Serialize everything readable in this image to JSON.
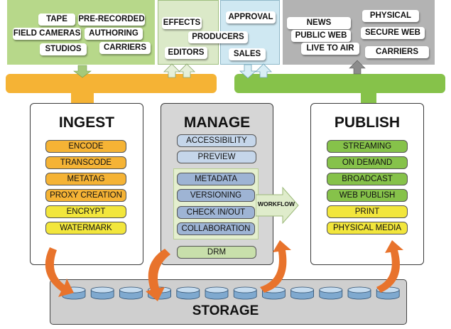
{
  "sources": {
    "production": [
      "TAPE",
      "PRE-RECORDED",
      "FIELD CAMERAS",
      "AUTHORING",
      "STUDIOS",
      "CARRIERS"
    ],
    "post": [
      "EFFECTS",
      "PRODUCERS",
      "EDITORS"
    ],
    "business": [
      "APPROVAL",
      "SALES"
    ],
    "distribution": [
      "NEWS",
      "PHYSICAL",
      "PUBLIC WEB",
      "SECURE WEB",
      "LIVE TO AIR",
      "CARRIERS"
    ]
  },
  "ingest": {
    "title": "INGEST",
    "items": [
      "ENCODE",
      "TRANSCODE",
      "METATAG",
      "PROXY CREATION",
      "ENCRYPT",
      "WATERMARK"
    ]
  },
  "manage": {
    "title": "MANAGE",
    "top_items": [
      "ACCESSIBILITY",
      "PREVIEW"
    ],
    "workflow_items": [
      "METADATA",
      "VERSIONING",
      "CHECK IN/OUT",
      "COLLABORATION"
    ],
    "workflow_label": "WORKFLOW",
    "bottom_item": "DRM"
  },
  "publish": {
    "title": "PUBLISH",
    "items": [
      "STREAMING",
      "ON DEMAND",
      "BROADCAST",
      "WEB PUBLISH",
      "PRINT",
      "PHYSICAL MEDIA"
    ]
  },
  "storage": {
    "title": "STORAGE",
    "disk_count": 12
  },
  "colors": {
    "orange_bar": "#f5b335",
    "green_bar": "#86c24a",
    "production_panel": "#b7d88a",
    "post_panel": "#dbe9c8",
    "business_panel": "#cfe8f2",
    "distribution_panel": "#b3b3b3",
    "manage_panel": "#d6d6d6",
    "storage_panel": "#cfcfcf",
    "curved_arrow": "#e8732c"
  }
}
